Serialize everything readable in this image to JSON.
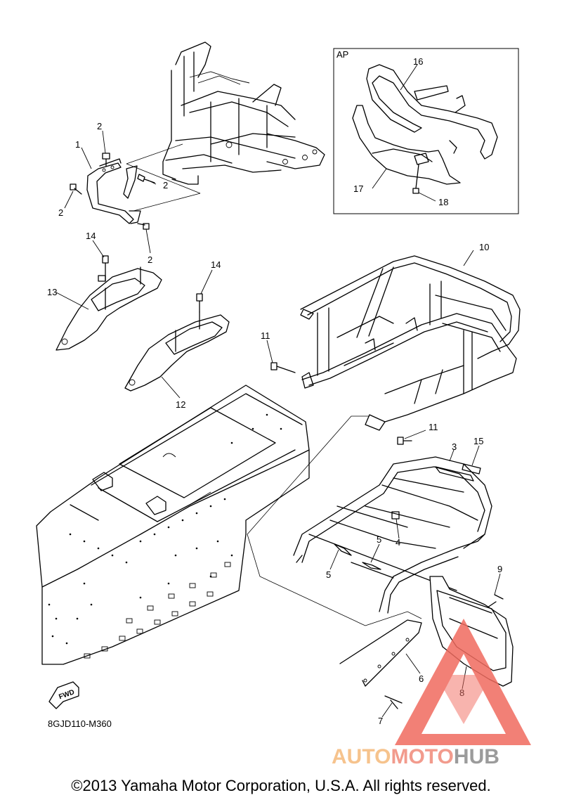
{
  "callouts": {
    "p1": "1",
    "p2a": "2",
    "p2b": "2",
    "p2c": "2",
    "p2d": "2",
    "p3": "3",
    "p4": "4",
    "p5a": "5",
    "p5b": "5",
    "p6": "6",
    "p7": "7",
    "p8": "8",
    "p9": "9",
    "p10": "10",
    "p11a": "11",
    "p11b": "11",
    "p12": "12",
    "p13": "13",
    "p14a": "14",
    "p14b": "14",
    "p15": "15",
    "p16": "16",
    "p17": "17",
    "p18": "18"
  },
  "inset": {
    "label": "AP"
  },
  "fwd": {
    "text": "FWD"
  },
  "diagram_code": "8GJD110-M360",
  "copyright": "©2013 Yamaha Motor Corporation, U.S.A. All rights reserved.",
  "watermark": {
    "part1": "AUTO",
    "part2": "MOTO",
    "part3": "HUB",
    "color1": "#f5b97a",
    "color2": "#f08a7a",
    "color3": "#8a8a8a",
    "logo_color": "#f06b5f"
  }
}
